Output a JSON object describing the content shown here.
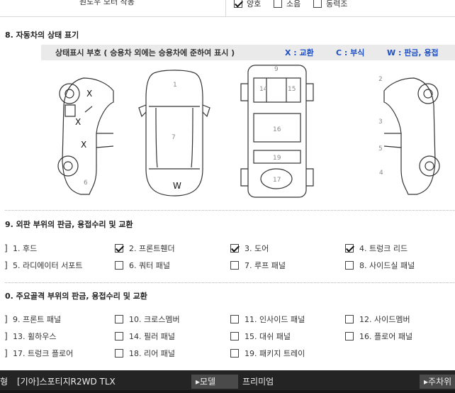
{
  "top_row": {
    "label": "원도우 모터 작동",
    "options": [
      {
        "label": "양호",
        "checked": true
      },
      {
        "label": "소음",
        "checked": false
      },
      {
        "label": "동력조",
        "checked": false
      }
    ]
  },
  "section8": {
    "title": "8. 자동차의 상태 표기",
    "legend": {
      "desc": "상태표시 부호 ( 승용차 외에는 승용차에 준하여 표시 )",
      "x_key": "X : 교환",
      "c_key": "C : 부식",
      "w_key": "W : 판금, 용접"
    },
    "marks": {
      "x1": "X",
      "x2": "X",
      "x3": "X",
      "w1": "W"
    },
    "part_numbers": {
      "n1": "1",
      "n2": "2",
      "n3": "3",
      "n4": "4",
      "n5": "5",
      "n6": "6",
      "n7": "7",
      "n9": "9",
      "n14": "14",
      "n15": "15",
      "n16": "16",
      "n17": "17",
      "n19": "19"
    }
  },
  "section9": {
    "title": "9. 외판 부위의 판금, 용접수리 및 교환",
    "items": [
      {
        "label": "1. 후드",
        "checked": false
      },
      {
        "label": "2. 프론트휀더",
        "checked": true
      },
      {
        "label": "3. 도어",
        "checked": true
      },
      {
        "label": "4. 트렁크 리드",
        "checked": true
      },
      {
        "label": "5. 라디에이터 서포트",
        "checked": false
      },
      {
        "label": "6. 쿼터 패널",
        "checked": false
      },
      {
        "label": "7. 루프 패널",
        "checked": false
      },
      {
        "label": "8. 사이드실 패널",
        "checked": false
      }
    ]
  },
  "section10": {
    "title": "0. 주요골격 부위의 판금, 용접수리 및 교환",
    "items": [
      {
        "label": "9. 프론트 패널",
        "checked": false
      },
      {
        "label": "10. 크로스멤버",
        "checked": false
      },
      {
        "label": "11. 인사이드 패널",
        "checked": false
      },
      {
        "label": "12. 사이드멤버",
        "checked": false
      },
      {
        "label": "13. 휠하우스",
        "checked": false
      },
      {
        "label": "14. 필러 패널",
        "checked": false
      },
      {
        "label": "15. 대쉬 패널",
        "checked": false
      },
      {
        "label": "16. 플로어 패널",
        "checked": false
      },
      {
        "label": "17. 트렁크 플로어",
        "checked": false
      },
      {
        "label": "18. 리어 패널",
        "checked": false
      },
      {
        "label": "19. 패키지 트레이",
        "checked": false
      }
    ]
  },
  "bottom_bar": {
    "left_fragment": "형",
    "car_name": "[기아]스포티지R2WD TLX",
    "model_tab": "▸모델",
    "model_value": "프리미엄",
    "right_tab": "▸주차위"
  }
}
